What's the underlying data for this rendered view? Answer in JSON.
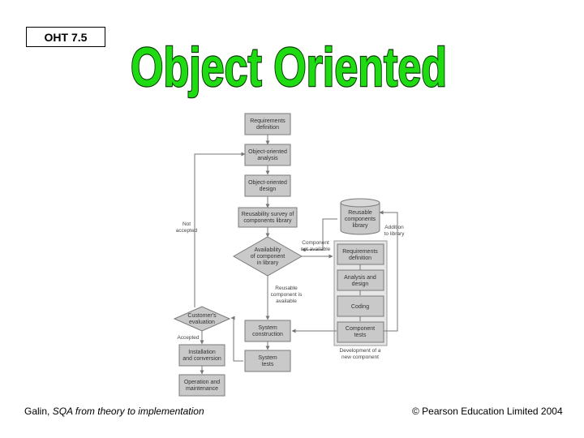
{
  "slide": {
    "badge": "OHT 7.5",
    "title": "Object Oriented",
    "footer_left_plain": "Galin, ",
    "footer_left_italic": "SQA from theory to implementation",
    "footer_right": "© Pearson Education Limited 2004"
  },
  "diagram": {
    "nodes": {
      "req_def": [
        "Requirements",
        "definition"
      ],
      "oo_analysis": [
        "Object-oriented",
        "analysis"
      ],
      "oo_design": [
        "Object-oriented",
        "design"
      ],
      "reuse_survey": [
        "Reusability survey of",
        "components library"
      ],
      "availability": [
        "Availability",
        "of component",
        "in library"
      ],
      "cust_eval": [
        "Customer's",
        "evaluation"
      ],
      "install": [
        "Installation",
        "and conversion"
      ],
      "operation": [
        "Operation and",
        "maintenance"
      ],
      "sys_construct": [
        "System",
        "construction"
      ],
      "sys_tests": [
        "System",
        "tests"
      ],
      "reusable_lib": [
        "Reusable",
        "components",
        "library"
      ],
      "comp_req": [
        "Requirements",
        "definition"
      ],
      "comp_analysis": [
        "Analysis and",
        "design"
      ],
      "comp_coding": [
        "Coding"
      ],
      "comp_tests": [
        "Component",
        "tests"
      ]
    },
    "notes": {
      "not_accepted": [
        "Not",
        "accepted"
      ],
      "accepted": "Accepted",
      "addition": [
        "Addition",
        "to library"
      ],
      "not_available": [
        "Component",
        "not available"
      ],
      "reusable_available": [
        "Reusable",
        "component is",
        "available"
      ],
      "development": [
        "Development of a",
        "new component"
      ]
    }
  }
}
